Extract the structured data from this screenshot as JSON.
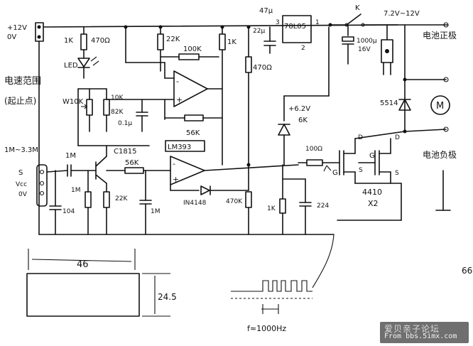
{
  "labels": {
    "vin_12v": "+12V",
    "vin_0v": "0V",
    "r_1k_led": "1K",
    "r_470_led": "470Ω",
    "led": "LED",
    "r_22k": "22K",
    "r_100k": "100K",
    "r_1k_top": "1K",
    "c_47u": "47μ",
    "c_22u": "22μ",
    "reg": "78L05",
    "pin3": "3",
    "pin1": "1",
    "pin2": "2",
    "switch_k": "K",
    "batt_range": "7.2V~12V",
    "cap_1000u": "1000μ",
    "cap_16v": "16V",
    "batt_pos": "电池正极",
    "r_470_mid": "470Ω",
    "speed_range": "电速范围",
    "start_end": "(起止点)",
    "pot_w10k": "W10K",
    "r_10k": "10K",
    "r_82k": "82K",
    "c_01u": "0.1μ",
    "r_56k_fb": "56K",
    "zener_62": "+6.2V",
    "r_6k": "6K",
    "diode_5514": "5514",
    "motor": "M",
    "comp": "LM393",
    "in_range": "1M~3.3M",
    "c_1m": "1M",
    "transistor": "C1815",
    "r_56k_in": "56K",
    "pin_s": "S",
    "pin_vcc": "Vcc",
    "pin_0v": "0V",
    "r_1m_b": "1M",
    "c_104": "104",
    "r_22k_b": "22K",
    "c_1m_b": "1M",
    "diode_4148": "IN4148",
    "r_470k": "470K",
    "r_1k_b": "1K",
    "c_224": "224",
    "r_100": "100Ω",
    "gate_g": "G",
    "source_s": "S",
    "drain_d": "D",
    "mosfet": "4410",
    "x2": "X2",
    "batt_neg": "电池负极",
    "dim_46": "46",
    "dim_245": "24.5",
    "freq": "f≈1000Hz",
    "corner": "66"
  },
  "watermark": {
    "site": "爱贝亲子论坛",
    "url": "From bbs.5imx.com"
  },
  "colors": {
    "ink": "#111111",
    "watermark_bg": "#6f6f6f"
  }
}
